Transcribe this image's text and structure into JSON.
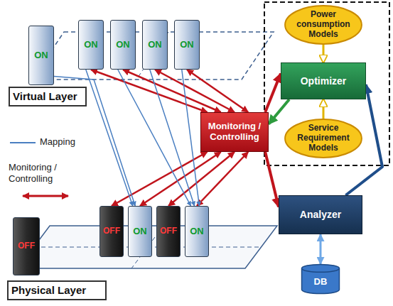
{
  "diagram": {
    "nodes": [
      {
        "text": [
          "ON"
        ]
      },
      {
        "text": [
          "ON"
        ]
      },
      {
        "text": [
          "ON"
        ]
      },
      {
        "text": [
          "ON"
        ]
      },
      {
        "text": [
          "ON"
        ]
      },
      {
        "text": [
          "Power consumption Models"
        ]
      },
      {
        "text": [
          "Optimizer"
        ]
      },
      {
        "text": [
          "Virtual Layer"
        ]
      },
      {
        "text": [
          "Service Requirement Models"
        ]
      },
      {
        "text": [
          "Monitoring / Controlling"
        ]
      },
      {
        "text": [
          "OFF"
        ]
      },
      {
        "text": [
          "OFF"
        ]
      },
      {
        "text": [
          "ON"
        ]
      },
      {
        "text": [
          "OFF"
        ]
      },
      {
        "text": [
          "ON"
        ]
      },
      {
        "text": [
          "Analyzer"
        ]
      },
      {
        "text": [
          "DB"
        ]
      },
      {
        "text": [
          "Physical Layer"
        ]
      }
    ],
    "edges": [
      {
        "from": 9,
        "to": 1,
        "arrow": "both"
      },
      {
        "from": 9,
        "to": 2,
        "arrow": "both"
      },
      {
        "from": 9,
        "to": 3,
        "arrow": "both"
      },
      {
        "from": 9,
        "to": 4,
        "arrow": "both"
      },
      {
        "from": 9,
        "to": 11,
        "arrow": "both"
      },
      {
        "from": 9,
        "to": 12,
        "arrow": "both"
      },
      {
        "from": 9,
        "to": 13,
        "arrow": "both"
      },
      {
        "from": 9,
        "to": 14,
        "arrow": "both"
      },
      {
        "from": 9,
        "to": 6,
        "arrow": "to"
      },
      {
        "from": 6,
        "to": 9,
        "arrow": "to"
      },
      {
        "from": 9,
        "to": 15,
        "arrow": "to"
      },
      {
        "from": 15,
        "to": 6,
        "arrow": "to"
      },
      {
        "from": 5,
        "to": 6,
        "arrow": "to"
      },
      {
        "from": 8,
        "to": 6,
        "arrow": "to"
      },
      {
        "from": 15,
        "to": 16,
        "arrow": "both"
      },
      {
        "from": 0,
        "to": 12,
        "arrow": "to"
      },
      {
        "from": 1,
        "to": 12,
        "arrow": "to"
      },
      {
        "from": 2,
        "to": 14,
        "arrow": "to"
      },
      {
        "from": 3,
        "to": 14,
        "arrow": "to"
      },
      {
        "from": 4,
        "to": 14,
        "arrow": "to"
      }
    ],
    "legend": [
      {
        "text": "Mapping"
      },
      {
        "text": "Monitoring / Controlling"
      }
    ]
  }
}
